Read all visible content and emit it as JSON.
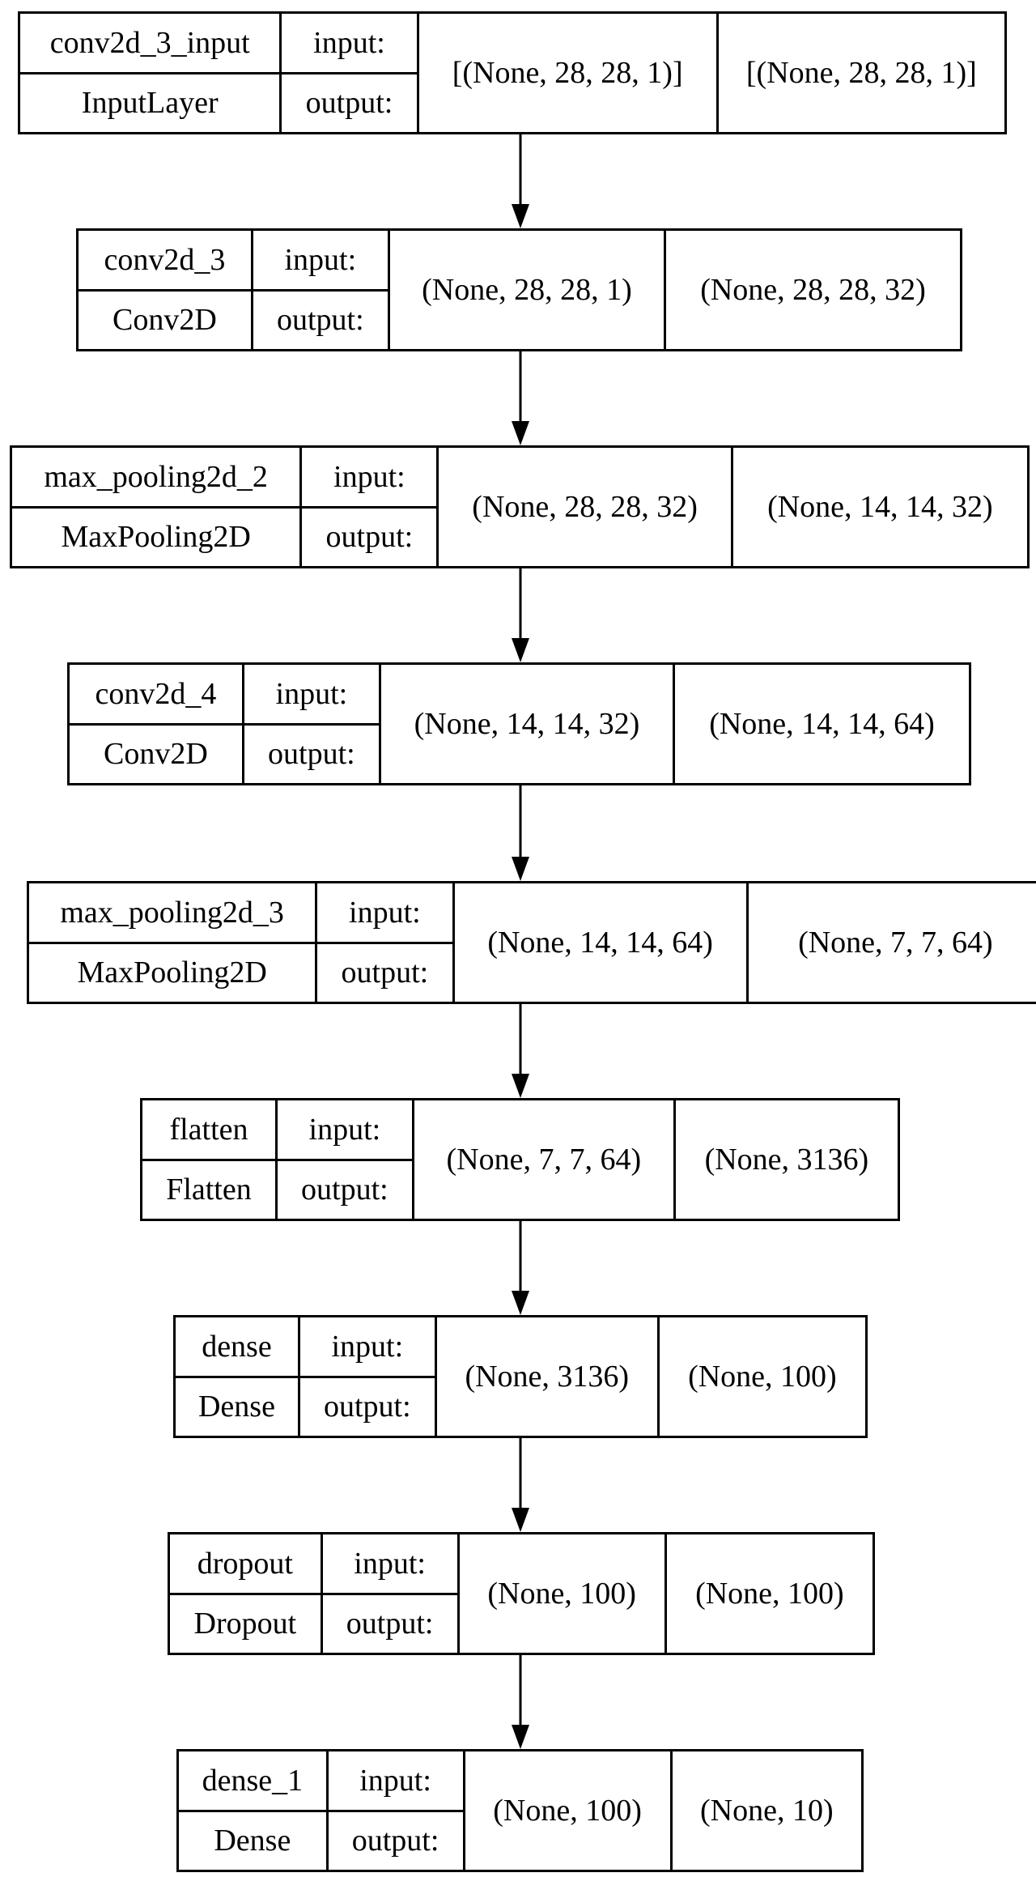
{
  "diagram": {
    "layers": [
      {
        "name": "conv2d_3_input",
        "type": "InputLayer",
        "input_label": "input:",
        "output_label": "output:",
        "input_shape": "[(None, 28, 28, 1)]",
        "output_shape": "[(None, 28, 28, 1)]"
      },
      {
        "name": "conv2d_3",
        "type": "Conv2D",
        "input_label": "input:",
        "output_label": "output:",
        "input_shape": "(None, 28, 28, 1)",
        "output_shape": "(None, 28, 28, 32)"
      },
      {
        "name": "max_pooling2d_2",
        "type": "MaxPooling2D",
        "input_label": "input:",
        "output_label": "output:",
        "input_shape": "(None, 28, 28, 32)",
        "output_shape": "(None, 14, 14, 32)"
      },
      {
        "name": "conv2d_4",
        "type": "Conv2D",
        "input_label": "input:",
        "output_label": "output:",
        "input_shape": "(None, 14, 14, 32)",
        "output_shape": "(None, 14, 14, 64)"
      },
      {
        "name": "max_pooling2d_3",
        "type": "MaxPooling2D",
        "input_label": "input:",
        "output_label": "output:",
        "input_shape": "(None, 14, 14, 64)",
        "output_shape": "(None, 7, 7, 64)"
      },
      {
        "name": "flatten",
        "type": "Flatten",
        "input_label": "input:",
        "output_label": "output:",
        "input_shape": "(None, 7, 7, 64)",
        "output_shape": "(None, 3136)"
      },
      {
        "name": "dense",
        "type": "Dense",
        "input_label": "input:",
        "output_label": "output:",
        "input_shape": "(None, 3136)",
        "output_shape": "(None, 100)"
      },
      {
        "name": "dropout",
        "type": "Dropout",
        "input_label": "input:",
        "output_label": "output:",
        "input_shape": "(None, 100)",
        "output_shape": "(None, 100)"
      },
      {
        "name": "dense_1",
        "type": "Dense",
        "input_label": "input:",
        "output_label": "output:",
        "input_shape": "(None, 100)",
        "output_shape": "(None, 10)"
      }
    ]
  }
}
